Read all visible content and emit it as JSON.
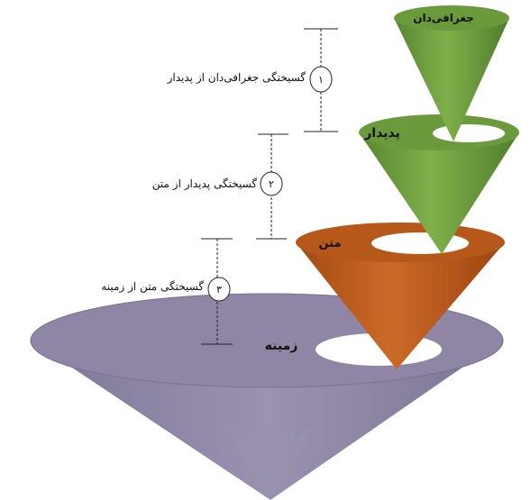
{
  "cones": {
    "geographer": {
      "label": "جغرافی‌دان",
      "color": "#6a9a3c"
    },
    "phenomenon": {
      "label": "پدیدار",
      "color": "#6a9a3c"
    },
    "text": {
      "label": "متن",
      "color": "#b5581a"
    },
    "ground": {
      "label": "زمینه",
      "color": "#8e86a4"
    }
  },
  "gaps": [
    {
      "number": "۱",
      "label": "گسیختگی جغرافی‌دان از پدیدار"
    },
    {
      "number": "۲",
      "label": "گسیختگی پدیدار از متن"
    },
    {
      "number": "۳",
      "label": "گسیختگی متن از زمینه"
    }
  ],
  "colors": {
    "green": "#6a9a3c",
    "orange": "#b5581a",
    "purple": "#8e86a4",
    "white": "#ffffff"
  }
}
